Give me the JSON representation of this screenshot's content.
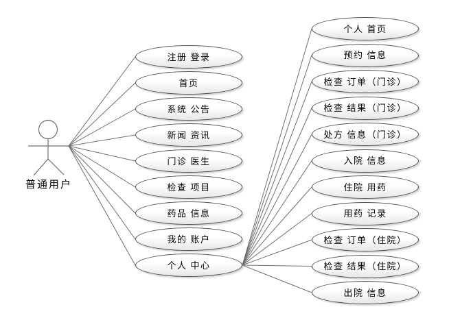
{
  "diagram": {
    "kind": "UML use case diagram",
    "background": "#ffffff"
  },
  "actor": {
    "label": "普通用户"
  },
  "use_cases": {
    "actor_linked": [
      "注册 登录",
      "首页",
      "系统 公告",
      "新闻 资讯",
      "门诊 医生",
      "检查 项目",
      "药品 信息",
      "我的 账户",
      "个人 中心"
    ],
    "personal_center_linked": [
      "个人 首页",
      "预约 信息",
      "检查 订单（门诊）",
      "检查 结果（门诊）",
      "处方 信息（门诊）",
      "入院 信息",
      "住院 用药",
      "用药 记录",
      "检查 订单（住院）",
      "检查 结果（住院）",
      "出院 信息"
    ]
  },
  "connections": [
    {
      "from": "普通用户",
      "to": "all 9 actor_linked use cases"
    },
    {
      "from": "个人 中心",
      "to": "all 11 personal_center_linked use cases"
    }
  ],
  "colors": {
    "connector": "#6e6e6e",
    "shape_stroke": "#4e4e4e",
    "shape_fill_top": "#ffffff",
    "shape_fill_bottom": "#e7e7e7",
    "text": "#000000",
    "background": "#ffffff"
  }
}
